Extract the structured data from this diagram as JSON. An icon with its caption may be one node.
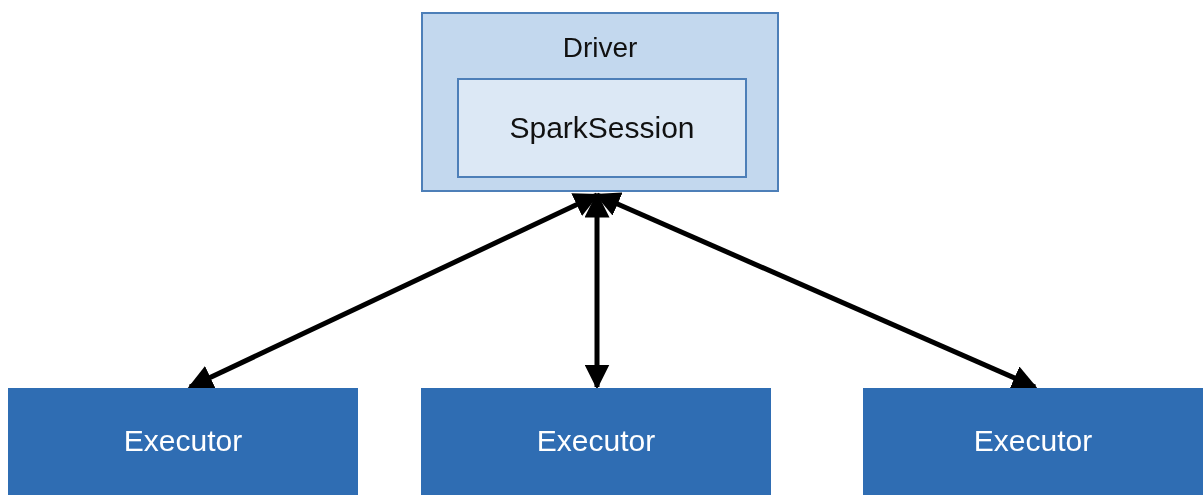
{
  "diagram": {
    "nodes": [
      {
        "text": [
          "Driver"
        ]
      },
      {
        "text": [
          "SparkSession"
        ],
        "in": 0
      },
      {
        "text": [
          "Executor"
        ]
      },
      {
        "text": [
          "Executor"
        ]
      },
      {
        "text": [
          "Executor"
        ]
      }
    ],
    "edges": [
      {
        "from": 0,
        "to": 2,
        "arrow": "both"
      },
      {
        "from": 0,
        "to": 3,
        "arrow": "both"
      },
      {
        "from": 0,
        "to": 4,
        "arrow": "both"
      }
    ]
  }
}
